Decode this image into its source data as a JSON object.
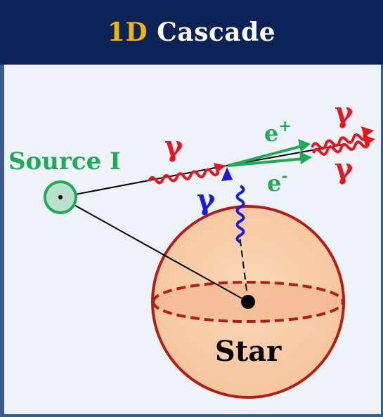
{
  "header": {
    "title_accent": "1D",
    "title_main": "Cascade"
  },
  "labels": {
    "source": "Source I",
    "star": "Star",
    "gamma_incoming": "γ",
    "gamma_star": "γ",
    "gamma_out_top": "γ",
    "gamma_out_bottom": "γ",
    "positron_base": "e",
    "positron_sup": "+",
    "electron_base": "e",
    "electron_sup": "-"
  },
  "colors": {
    "header_bg": "#0b2257",
    "accent": "#f2b400",
    "source_green": "#1faa55",
    "photon_red": "#e8141e",
    "photon_blue": "#1a1adc",
    "star_fill": "#f9cfaa",
    "star_edge": "#b51c14"
  }
}
